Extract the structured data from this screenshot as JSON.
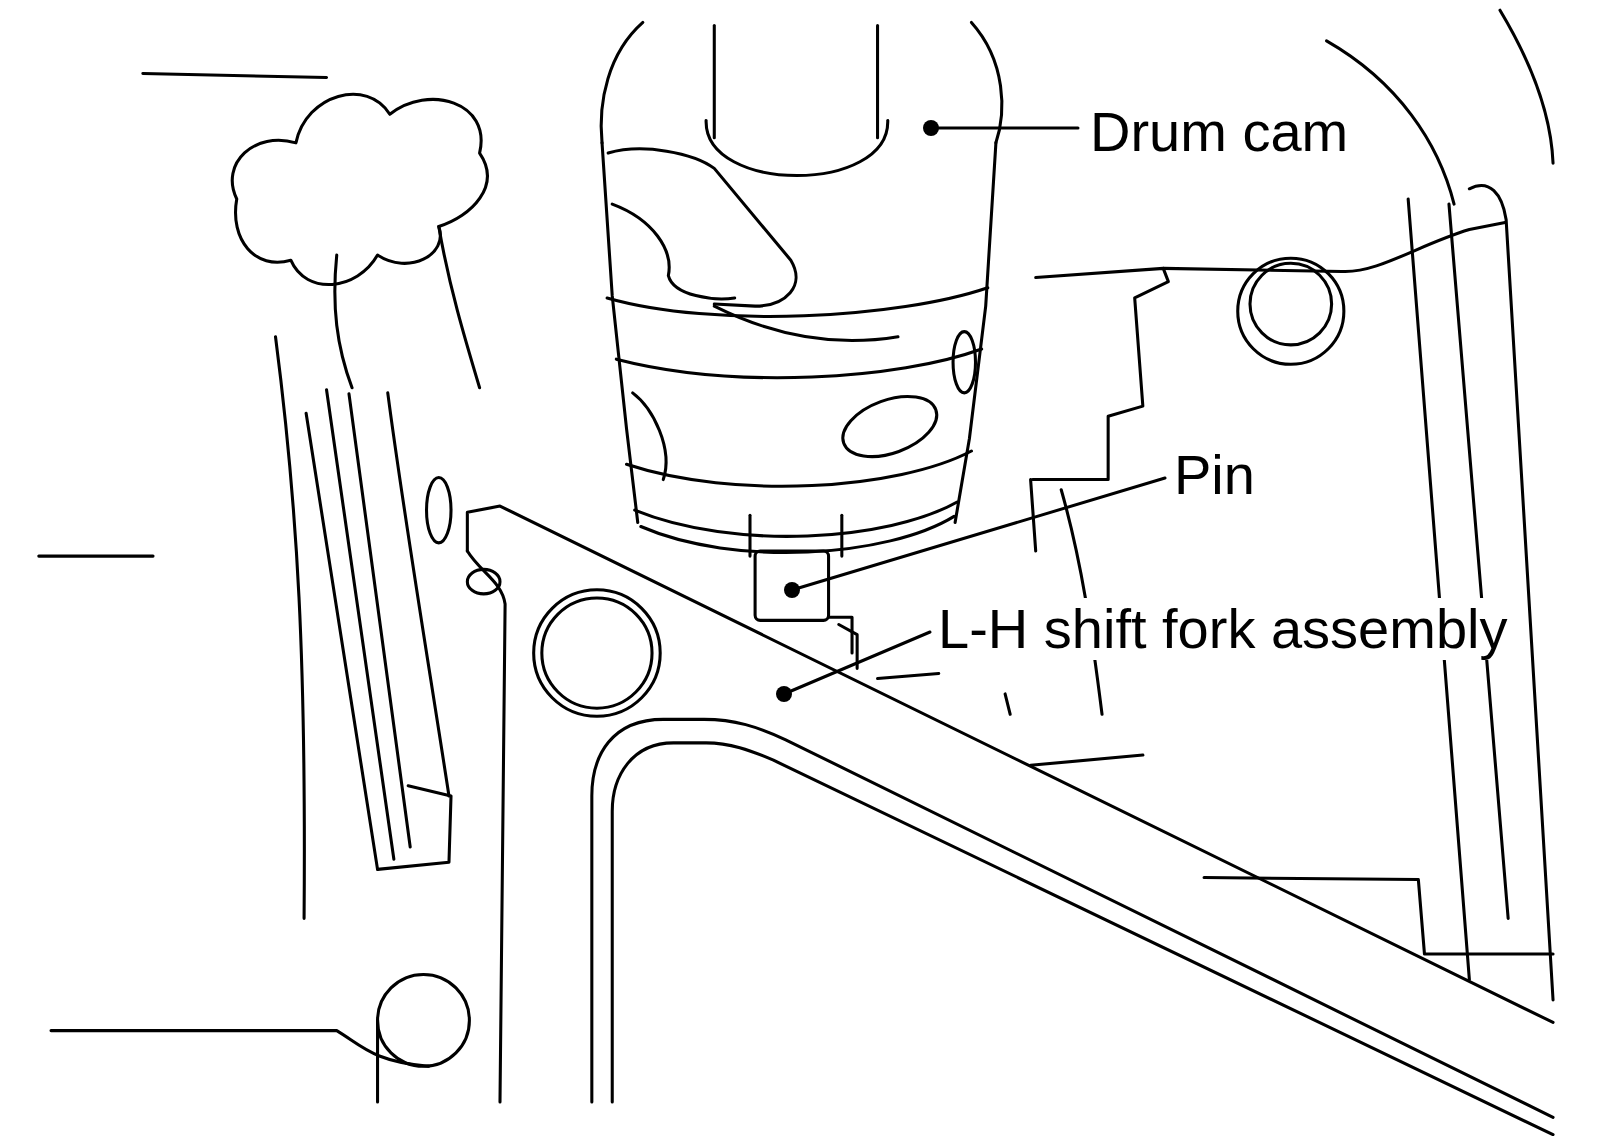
{
  "diagram": {
    "labels": [
      "Drum cam",
      "Pin",
      "L-H shift fork assembly"
    ]
  }
}
